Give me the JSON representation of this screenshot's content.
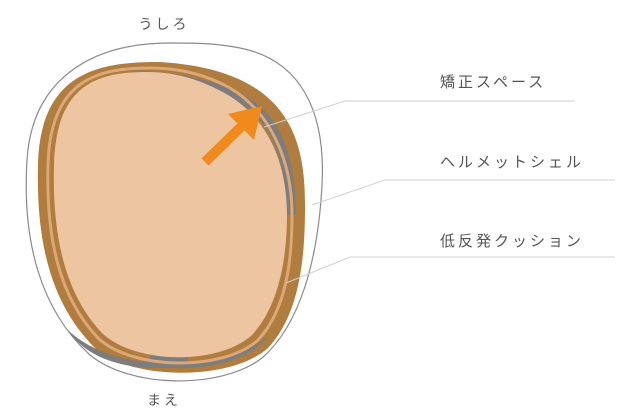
{
  "diagram": {
    "orientation": {
      "back_label": "うしろ",
      "front_label": "まえ"
    },
    "callouts": [
      {
        "id": "correction-space",
        "label": "矯正スペース"
      },
      {
        "id": "helmet-shell",
        "label": "ヘルメットシェル"
      },
      {
        "id": "low-rebound-cushion",
        "label": "低反発クッション"
      }
    ],
    "colors": {
      "helmet_outline": "#8a8a8a",
      "shell_brown": "#b07d3e",
      "cushion_tan": "#dca877",
      "head_skin": "#edc5a0",
      "space_gray": "#7d7d7d",
      "arrow_orange": "#f08a1c",
      "leader_line": "#cfcfcf"
    }
  }
}
